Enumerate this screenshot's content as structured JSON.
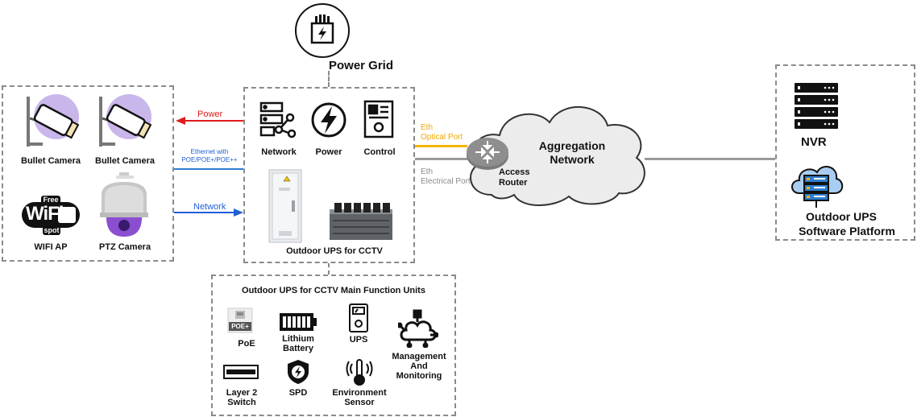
{
  "power_grid": {
    "label": "Power Grid"
  },
  "devices": {
    "bullet_camera_1": "Bullet Camera",
    "bullet_camera_2": "Bullet Camera",
    "wifi_ap": "WIFI AP",
    "ptz_camera": "PTZ Camera",
    "wifi_logo_free": "Free",
    "wifi_logo_main": "WiFi",
    "wifi_logo_spot": "spot"
  },
  "links": {
    "power": "Power",
    "ethernet_line1": "Ethernet with",
    "ethernet_line2": "POE/POE+/POE++",
    "network": "Network",
    "eth_optical_1": "Eth",
    "eth_optical_2": "Optical Port",
    "eth_electrical_1": "Eth",
    "eth_electrical_2": "Electrical Port"
  },
  "ups_box": {
    "network": "Network",
    "power": "Power",
    "control": "Control",
    "title": "Outdoor UPS for CCTV"
  },
  "cloud": {
    "line1": "Aggregation",
    "line2": "Network",
    "router_line1": "Access",
    "router_line2": "Router"
  },
  "right_box": {
    "nvr": "NVR",
    "platform_line1": "Outdoor UPS",
    "platform_line2": "Software Platform"
  },
  "units_box": {
    "title": "Outdoor UPS for CCTV Main Function Units",
    "poe_badge": "POE+",
    "poe": "PoE",
    "battery_1": "Lithium",
    "battery_2": "Battery",
    "ups": "UPS",
    "mgmt_1": "Management",
    "mgmt_2": "And",
    "mgmt_3": "Monitoring",
    "switch_1": "Layer 2",
    "switch_2": "Switch",
    "spd": "SPD",
    "env_1": "Environment",
    "env_2": "Sensor"
  },
  "colors": {
    "power_line": "#e01b1b",
    "network_line": "#1f5fd6",
    "ethernet_line": "#2f7fd0",
    "optical_line": "#f5b400",
    "electrical_line": "#9a9a9a",
    "text_orange": "#f0a800",
    "text_gray": "#8a8a8a",
    "camera_purple": "#c9b6ea",
    "ptz_purple": "#8a4fd0"
  }
}
